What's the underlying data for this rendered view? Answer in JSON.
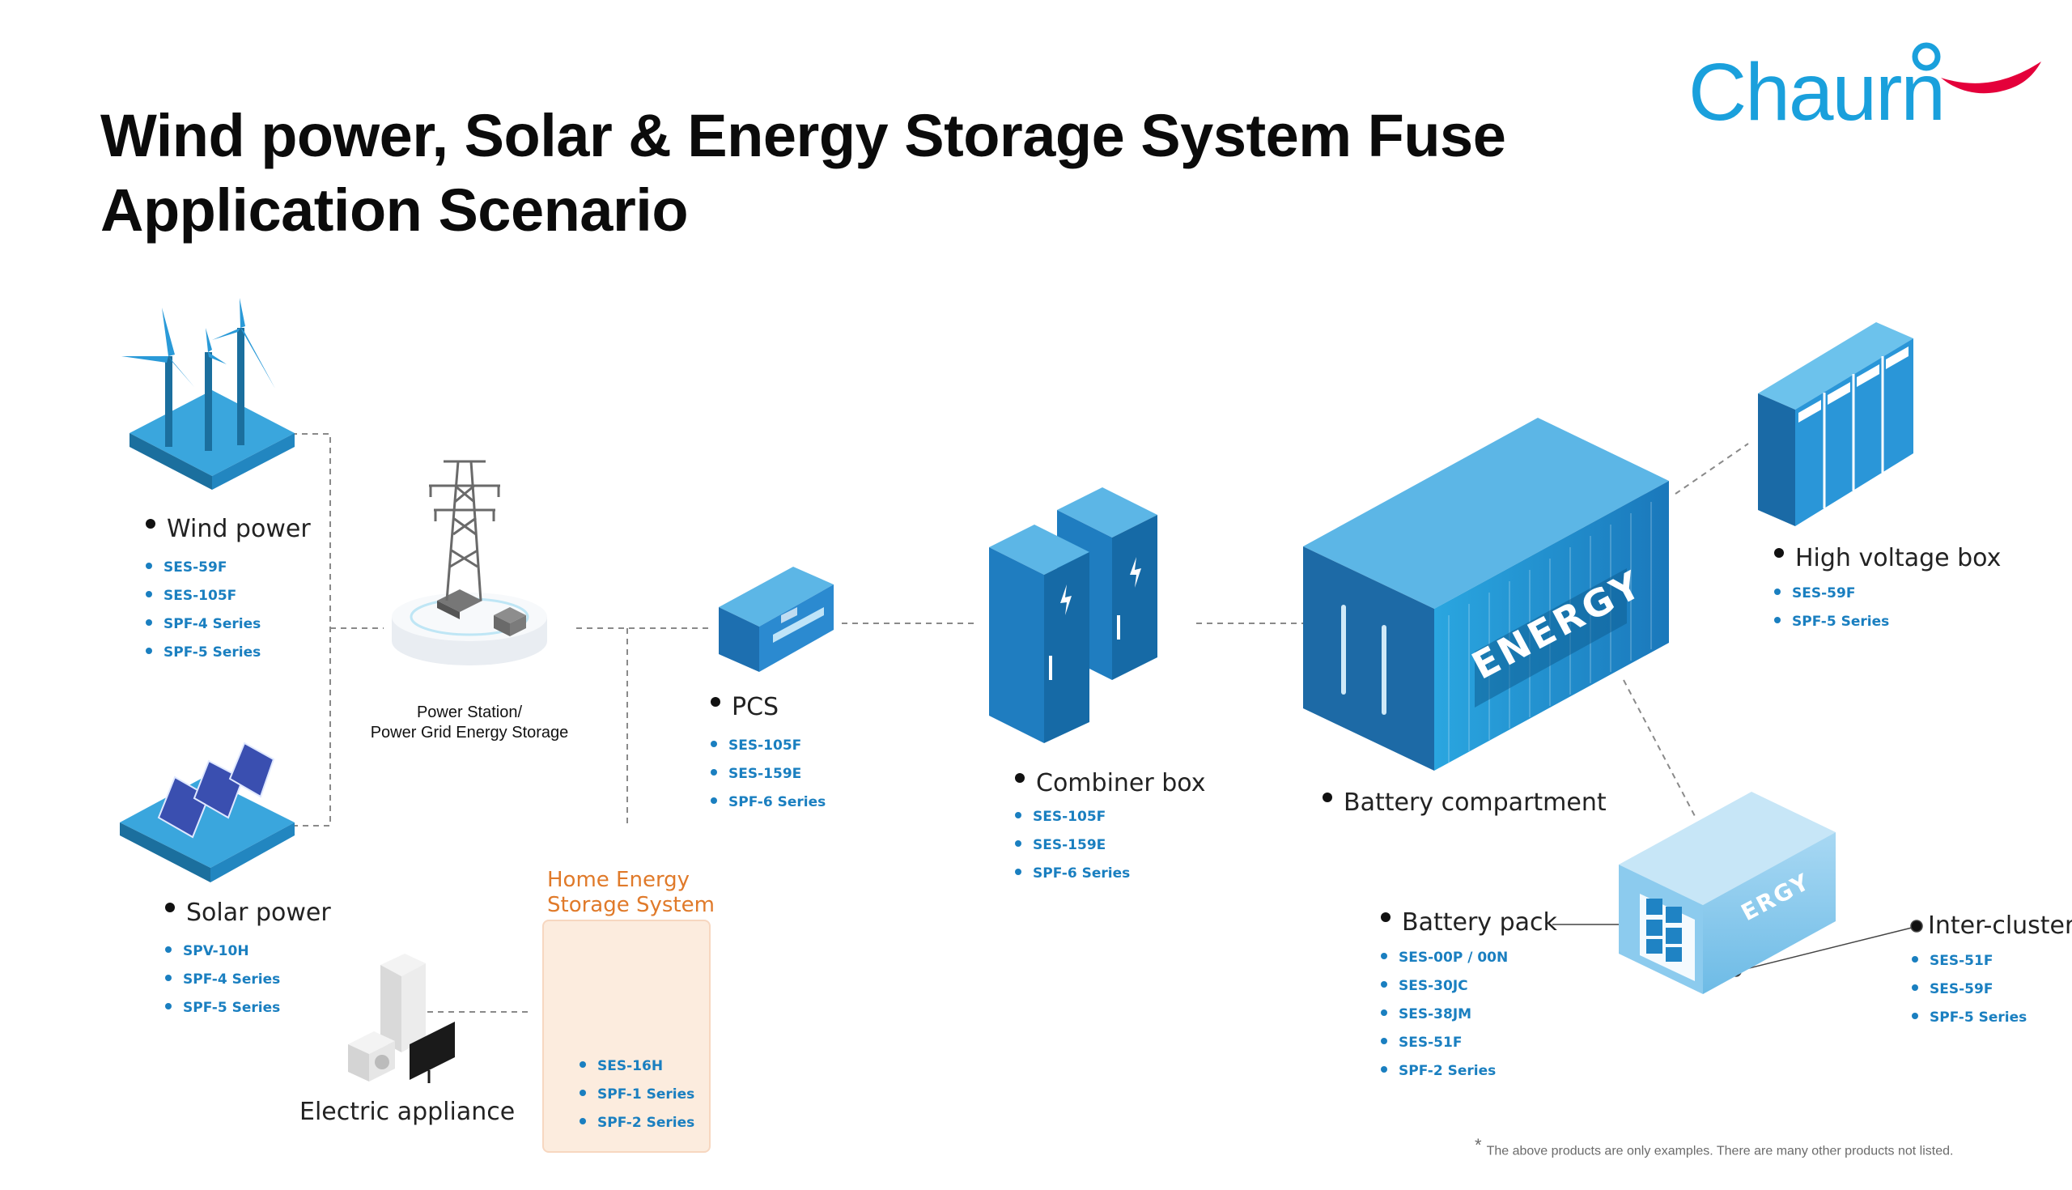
{
  "title": "Wind power, Solar & Energy Storage System Fuse Application Scenario",
  "logo_text": "Chaurn",
  "colors": {
    "brand_blue": "#1aa0dc",
    "brand_red": "#e4003a",
    "product_blue": "#1a7fc0",
    "accent_orange": "#e07a2a"
  },
  "nodes": {
    "wind_power": {
      "label": "Wind power",
      "products": [
        "SES-59F",
        "SES-105F",
        "SPF-4 Series",
        "SPF-5 Series"
      ]
    },
    "solar_power": {
      "label": "Solar power",
      "products": [
        "SPV-10H",
        "SPF-4 Series",
        "SPF-5 Series"
      ]
    },
    "power_station": {
      "line1": "Power Station/",
      "line2": "Power Grid Energy Storage"
    },
    "pcs": {
      "label": "PCS",
      "products": [
        "SES-105F",
        "SES-159E",
        "SPF-6 Series"
      ]
    },
    "combiner_box": {
      "label": "Combiner box",
      "products": [
        "SES-105F",
        "SES-159E",
        "SPF-6 Series"
      ]
    },
    "battery_compartment": {
      "label": "Battery compartment",
      "container_text": "ENERGY"
    },
    "high_voltage_box": {
      "label": "High voltage box",
      "products": [
        "SES-59F",
        "SPF-5 Series"
      ]
    },
    "home_energy": {
      "line1": "Home Energy",
      "line2": "Storage System",
      "products": [
        "SES-16H",
        "SPF-1 Series",
        "SPF-2 Series"
      ]
    },
    "electric_appliance": {
      "label": "Electric appliance"
    },
    "battery_pack": {
      "label": "Battery pack",
      "products": [
        "SES-00P / 00N",
        "SES-30JC",
        "SES-38JM",
        "SES-51F",
        "SPF-2 Series"
      ]
    },
    "inter_cluster": {
      "label": "Inter-cluster",
      "products": [
        "SES-51F",
        "SES-59F",
        "SPF-5 Series"
      ],
      "container_text": "ERGY"
    }
  },
  "footnote": {
    "mark": "*",
    "text": "The above products are only examples. There are many other products not listed."
  }
}
